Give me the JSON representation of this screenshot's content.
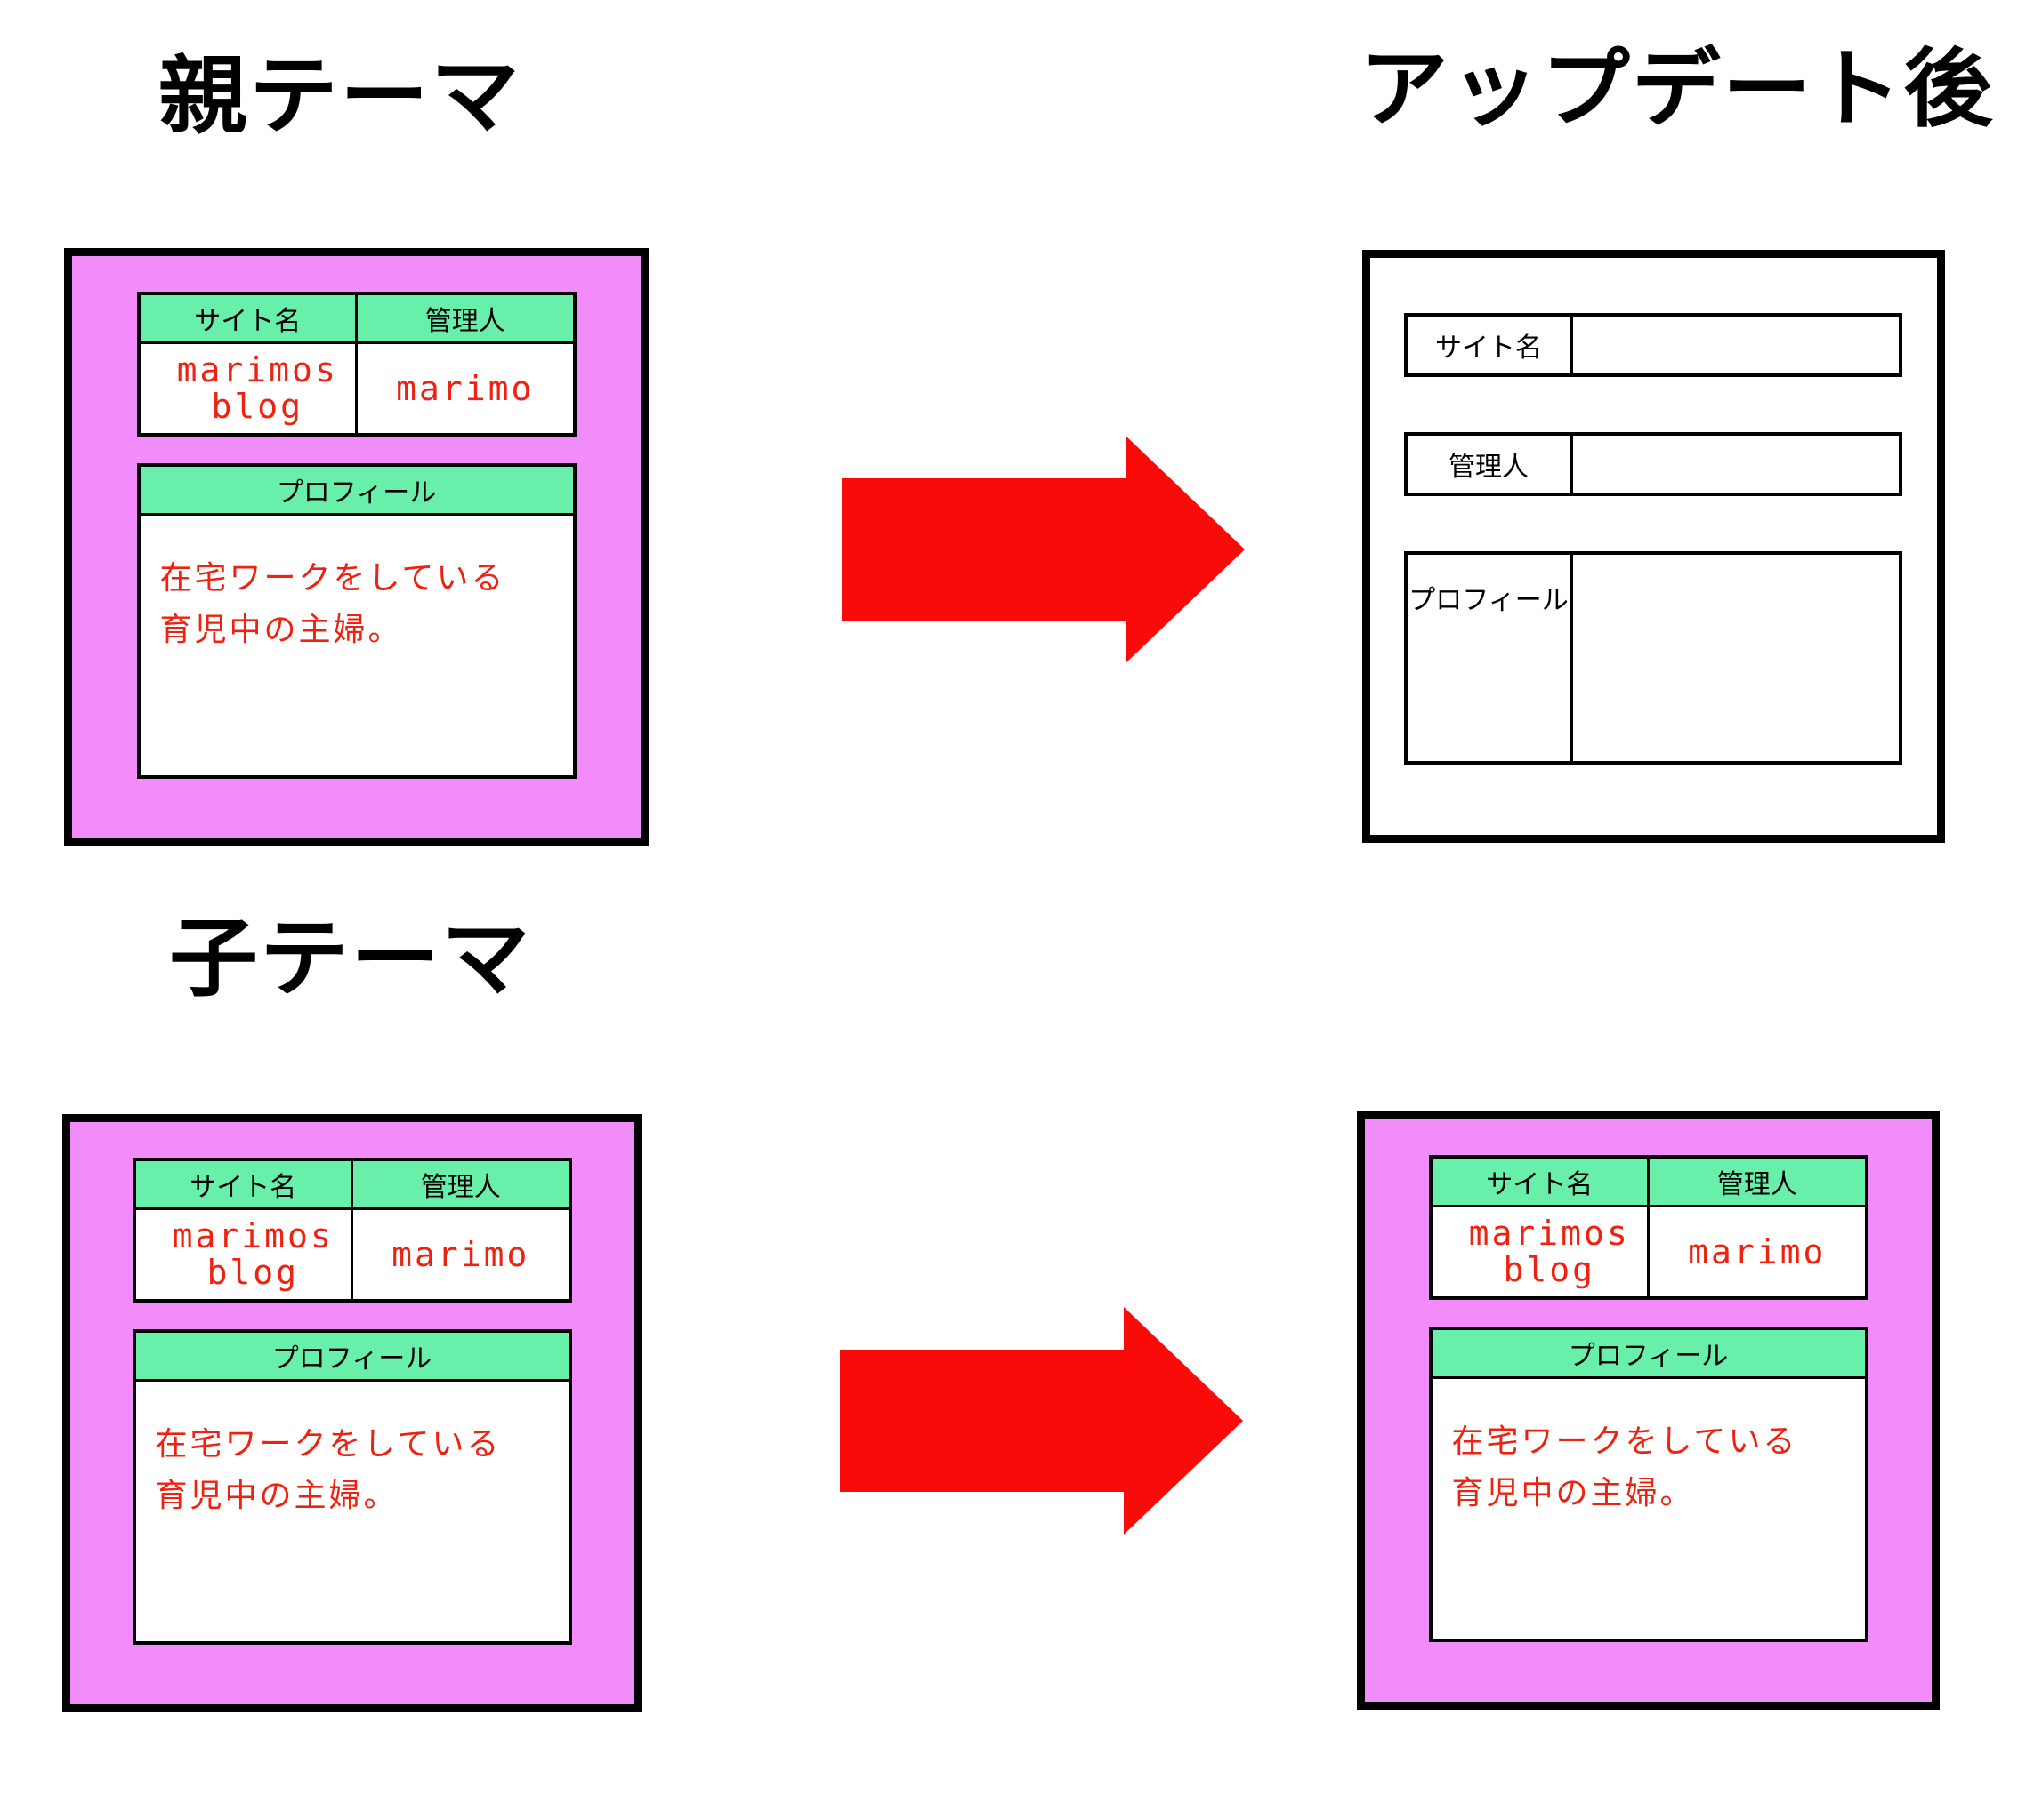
{
  "titles": {
    "parent_theme": "親テーマ",
    "after_update": "アップデート後",
    "child_theme": "子テーマ"
  },
  "labels": {
    "site_name": "サイト名",
    "admin": "管理人",
    "profile": "プロフィール"
  },
  "values": {
    "site_name_line1": "marimos",
    "site_name_line2": "blog",
    "admin": "marimo",
    "profile_line1": "在宅ワークをしている",
    "profile_line2": "育児中の主婦。",
    "empty": ""
  },
  "colors": {
    "panel_pink": "#f28cfa",
    "header_green": "#68efaa",
    "text_red": "#ee2211",
    "arrow_red": "#fb0a0a",
    "border_black": "#000000",
    "panel_white": "#ffffff"
  },
  "panels": {
    "parent_theme": {
      "kind": "pink",
      "site_name_filled": true,
      "profile_filled": true
    },
    "after_update": {
      "kind": "white",
      "site_name_filled": false,
      "profile_filled": false
    },
    "child_theme": {
      "kind": "pink",
      "site_name_filled": true,
      "profile_filled": true
    },
    "child_after_update": {
      "kind": "pink",
      "site_name_filled": true,
      "profile_filled": true
    }
  },
  "arrows": {
    "top": "arrow-right",
    "bottom": "arrow-right"
  }
}
